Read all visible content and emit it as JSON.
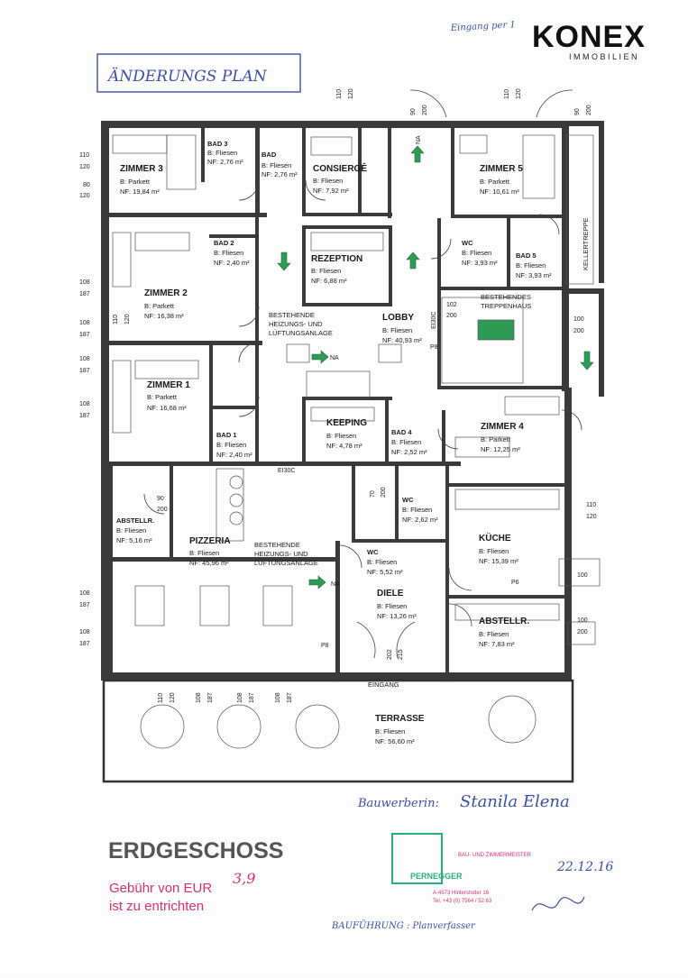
{
  "header": {
    "entry_note": "Eingang per 1",
    "logo_main": "KONEX",
    "logo_sub": "IMMOBILIEN",
    "plan_title": "ÄNDERUNGS PLAN"
  },
  "rooms": {
    "zimmer3": {
      "name": "ZIMMER 3",
      "floor": "B: Parkett",
      "area": "NF: 19,84 m²"
    },
    "bad3": {
      "name": "BAD 3",
      "floor": "B: Fliesen",
      "area": "NF: 2,76 m²"
    },
    "bad_top": {
      "name": "BAD",
      "floor": "B: Fliesen",
      "area": "NF: 2,76 m²"
    },
    "consierge": {
      "name": "CONSIERGÊ",
      "floor": "B: Fliesen",
      "area": "NF: 7,92 m²"
    },
    "zimmer5": {
      "name": "ZIMMER 5",
      "floor": "B: Parkett",
      "area": "NF: 10,61 m²"
    },
    "kellertreppe": {
      "name": "KELLERTREPPE"
    },
    "bad2": {
      "name": "BAD 2",
      "floor": "B: Fliesen",
      "area": "NF: 2,40 m²"
    },
    "rezeption": {
      "name": "REZEPTION",
      "floor": "B: Fliesen",
      "area": "NF: 6,88 m²"
    },
    "wc_top": {
      "name": "WC",
      "floor": "B: Fliesen",
      "area": "NF: 3,93 m²"
    },
    "bad5": {
      "name": "BAD 5",
      "floor": "B: Fliesen",
      "area": "NF: 3,93 m²"
    },
    "zimmer2": {
      "name": "ZIMMER 2",
      "floor": "B: Parkett",
      "area": "NF: 16,38 m²"
    },
    "heizung1": {
      "line1": "BESTEHENDE",
      "line2": "HEIZUNGS- UND",
      "line3": "LÜFTUNGSANLAGE"
    },
    "lobby": {
      "name": "LOBBY",
      "floor": "B: Fliesen",
      "area": "NF: 40,93 m²"
    },
    "treppenhaus": {
      "line1": "BESTEHENDES",
      "line2": "TREPPENHAUS"
    },
    "zimmer1": {
      "name": "ZIMMER 1",
      "floor": "B: Parkett",
      "area": "NF: 16,68 m²"
    },
    "bad1": {
      "name": "BAD 1",
      "floor": "B: Fliesen",
      "area": "NF: 2,40 m²"
    },
    "keeping": {
      "name": "KEEPING",
      "floor": "B: Fliesen",
      "area": "NF: 4,78 m²"
    },
    "bad4": {
      "name": "BAD 4",
      "floor": "B: Fliesen",
      "area": "NF: 2,52 m²"
    },
    "zimmer4": {
      "name": "ZIMMER 4",
      "floor": "B: Parkett",
      "area": "NF: 12,25 m²"
    },
    "abstellr1": {
      "name": "ABSTELLR.",
      "floor": "B: Fliesen",
      "area": "NF: 5,16 m²"
    },
    "pizzeria": {
      "name": "PIZZERIA",
      "floor": "B: Fliesen",
      "area": "NF: 45,96 m²"
    },
    "heizung2": {
      "line1": "BESTEHENDE",
      "line2": "HEIZUNGS- UND",
      "line3": "LÜFTUNGSANLAGE"
    },
    "wc_mid": {
      "name": "WC",
      "floor": "B: Fliesen",
      "area": "NF: 2,62 m²"
    },
    "wc_low": {
      "name": "WC",
      "floor": "B: Fliesen",
      "area": "NF: 5,52 m²"
    },
    "kueche": {
      "name": "KÜCHE",
      "floor": "B: Fliesen",
      "area": "NF: 15,39 m²"
    },
    "diele": {
      "name": "DIELE",
      "floor": "B: Fliesen",
      "area": "NF: 13,26 m²"
    },
    "abstellr2": {
      "name": "ABSTELLR.",
      "floor": "B: Fliesen",
      "area": "NF: 7,83 m²"
    },
    "eingang": {
      "name": "EINGANG"
    },
    "terrasse": {
      "name": "TERRASSE",
      "floor": "B: Fliesen",
      "area": "NF: 56,60 m²"
    }
  },
  "labels": {
    "na": "NA",
    "ei30c_1": "EI30C",
    "ei30c_2": "EI30C",
    "p8": "P8",
    "p6": "P6"
  },
  "dimensions": {
    "d110": "110",
    "d120": "120",
    "d80": "80",
    "d200": "200",
    "d108": "108",
    "d187": "187",
    "d90": "90",
    "d100": "100",
    "d102": "102",
    "d70": "70",
    "d202": "202",
    "d215": "215"
  },
  "footer": {
    "floor_title": "ERDGESCHOSS",
    "fee_line1": "Gebühr von EUR",
    "fee_amount": "3,9",
    "fee_line2": "ist zu entrichten",
    "bauwerberin_label": "Bauwerberin:",
    "bauwerberin_sign": "Stanila Elena",
    "date": "22.12.16",
    "bauausfuehrung": "BAUFÜHRUNG : Planverfasser",
    "stamp_line1": "BAU- UND ZIMMERMEISTER",
    "stamp_line2": "A-4573 Hinterstoder 16",
    "stamp_line3": "Tel. +43 (0) 7564 / 52 63",
    "stamp_brand": "PERNEGGER"
  }
}
